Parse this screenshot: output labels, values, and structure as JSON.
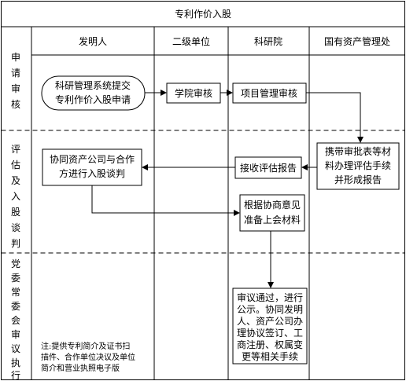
{
  "title": "专利作价入股",
  "lanes": [
    "发明人",
    "二级单位",
    "科研院",
    "国有资产管理处"
  ],
  "phases": [
    {
      "chars": [
        "申",
        "请",
        "审",
        "核"
      ]
    },
    {
      "chars": [
        "评",
        "估",
        "及",
        "入",
        "股",
        "谈",
        "判"
      ]
    },
    {
      "chars": [
        "党",
        "委",
        "常",
        "委",
        "会",
        "审",
        "议",
        "执",
        "行"
      ]
    }
  ],
  "nodes": {
    "start": [
      "科研管理系统提交",
      "专利作价入股申请"
    ],
    "college": [
      "学院审核"
    ],
    "project": [
      "项目管理审核"
    ],
    "assets": [
      "携带审批表等材",
      "料办理评估手续",
      "并形成报告"
    ],
    "receive": [
      "接收评估报告"
    ],
    "negotiate": [
      "协同资产公司与合作",
      "方进行入股谈判"
    ],
    "prepare": [
      "根据协商意见",
      "准备上会材料"
    ],
    "final": [
      "审议通过，进行",
      "公示。协同发明",
      "人、资产公司办",
      "理协议签订、工",
      "商注册、权属变",
      "更等相关手续"
    ]
  },
  "note": [
    "注:提供专利简介及证书扫",
    "描件、合作单位决议及单位",
    "简介和营业执照电子版"
  ]
}
